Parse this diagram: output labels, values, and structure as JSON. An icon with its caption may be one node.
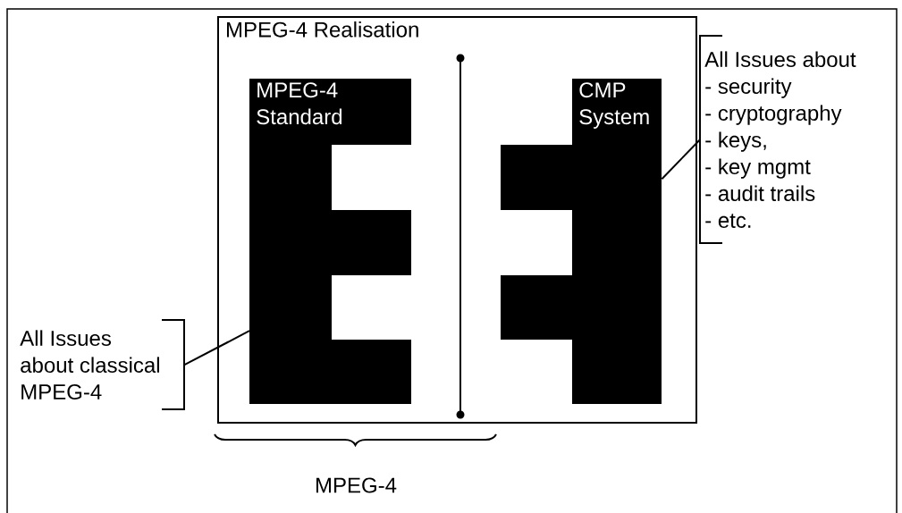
{
  "diagram": {
    "nodes": [
      {
        "text": [
          "MPEG-4 Realisation"
        ]
      },
      {
        "text": [
          "MPEG-4 Standard"
        ],
        "in": 0
      },
      {
        "text": [
          "CMP System"
        ],
        "in": 0
      },
      {
        "text": [
          "All Issues about",
          "- security",
          "- cryptography",
          "- keys,",
          "- key mgmt",
          "- audit trails",
          "- etc."
        ]
      },
      {
        "text": [
          "All Issues about classical MPEG-4"
        ]
      }
    ],
    "edges": [
      {
        "from": 3,
        "to": 2,
        "arrow": "none"
      },
      {
        "from": 4,
        "to": 1,
        "arrow": "none"
      }
    ],
    "labels": [
      "MPEG-4"
    ]
  }
}
